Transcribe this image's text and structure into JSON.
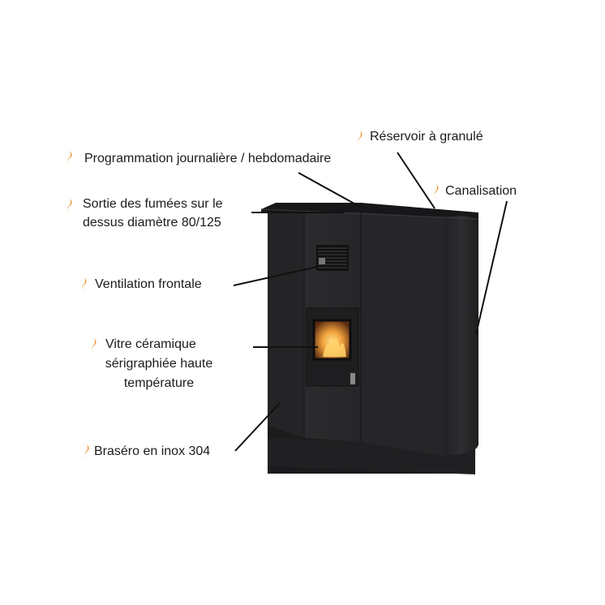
{
  "features": [
    {
      "id": "reservoir",
      "text": "Réservoir à granulé"
    },
    {
      "id": "programmation",
      "text": "Programmation journalière / hebdomadaire"
    },
    {
      "id": "canalisation",
      "text": "Canalisation"
    },
    {
      "id": "sortie_line1",
      "text": "Sortie des fumées sur le"
    },
    {
      "id": "sortie_line2",
      "text": "dessus diamètre 80/125"
    },
    {
      "id": "ventilation",
      "text": "Ventilation frontale"
    },
    {
      "id": "vitre_line1",
      "text": "Vitre céramique"
    },
    {
      "id": "vitre_line2",
      "text": "sérigraphiée haute"
    },
    {
      "id": "vitre_line3",
      "text": "température"
    },
    {
      "id": "brasero",
      "text": "Braséro en inox 304"
    }
  ],
  "icon": "flame-icon",
  "colors": {
    "stove": "#2a2a2c",
    "stove_dark": "#1c1c1e",
    "flame": "#e8902a",
    "fire": "#f2a640",
    "line": "#111111"
  }
}
